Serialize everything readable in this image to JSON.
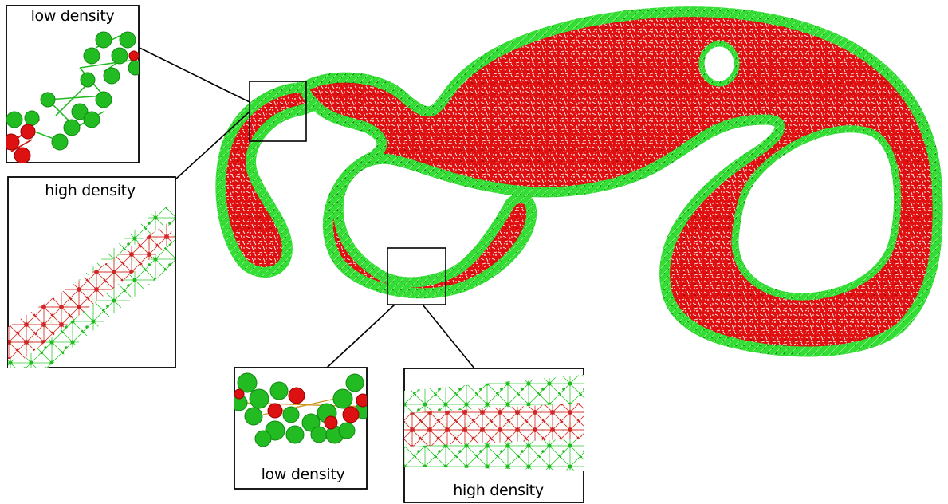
{
  "insets": [
    {
      "id": "inset-upper-low",
      "label": "low density",
      "style": "low"
    },
    {
      "id": "inset-upper-high",
      "label": "high density",
      "style": "high"
    },
    {
      "id": "inset-lower-low",
      "label": "low density",
      "style": "low"
    },
    {
      "id": "inset-lower-high",
      "label": "high density",
      "style": "high"
    }
  ],
  "colors": {
    "interior": "#e01010",
    "boundary": "#22cc22",
    "edge_white": "#ffffff",
    "frame": "#000000",
    "background": "#ffffff"
  }
}
